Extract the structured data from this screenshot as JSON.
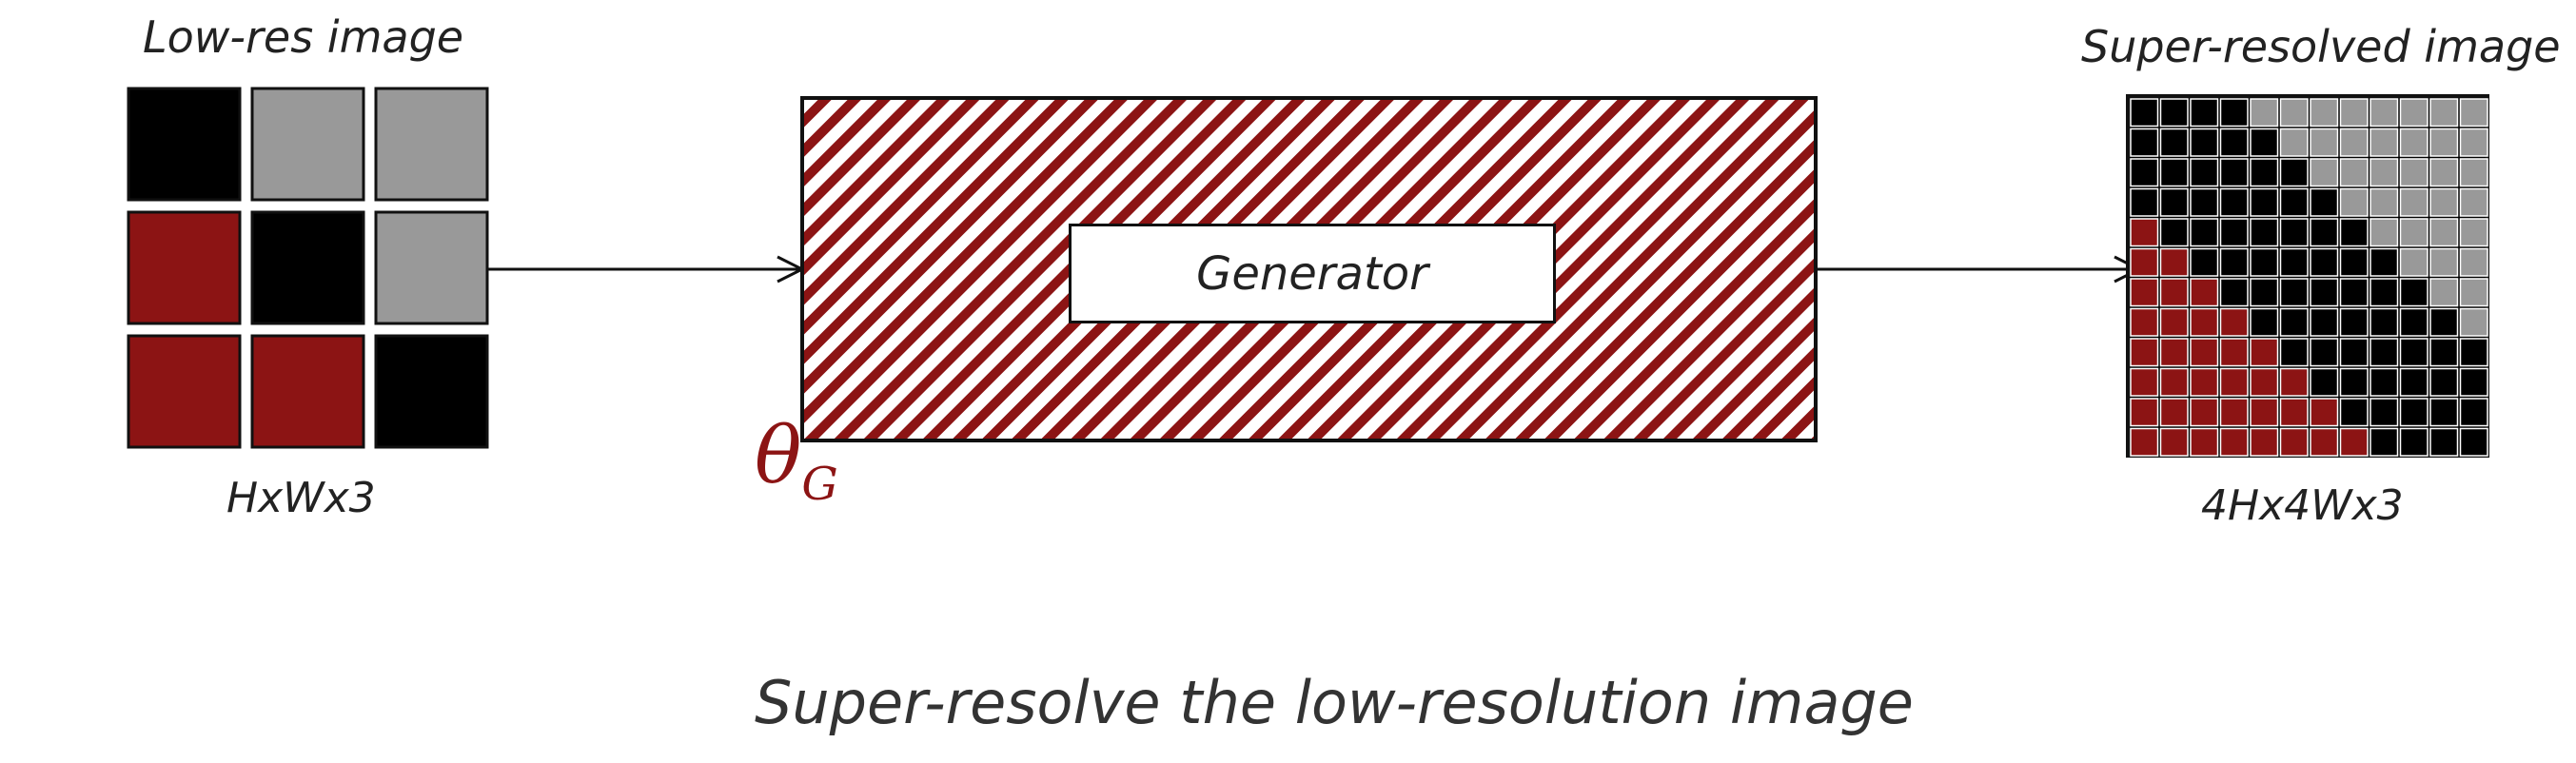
{
  "labels": {
    "lowres_title": "Low-res image",
    "lowres_dims": "HxWx3",
    "sr_title": "Super-resolved image",
    "sr_dims": "4Hx4Wx3",
    "generator": "Generator",
    "theta": "θ",
    "theta_sub": "G",
    "caption": "Super-resolve the low-resolution image"
  },
  "colors": {
    "black": "#000000",
    "gray": "#999999",
    "red": "#8c1414",
    "stripe": "#8c1414"
  },
  "lowres_grid": [
    [
      "black",
      "gray",
      "gray"
    ],
    [
      "red",
      "black",
      "gray"
    ],
    [
      "red",
      "red",
      "black"
    ]
  ],
  "sr_grid": [
    [
      "black",
      "black",
      "black",
      "black",
      "gray",
      "gray",
      "gray",
      "gray",
      "gray",
      "gray",
      "gray",
      "gray"
    ],
    [
      "black",
      "black",
      "black",
      "black",
      "black",
      "gray",
      "gray",
      "gray",
      "gray",
      "gray",
      "gray",
      "gray"
    ],
    [
      "black",
      "black",
      "black",
      "black",
      "black",
      "black",
      "gray",
      "gray",
      "gray",
      "gray",
      "gray",
      "gray"
    ],
    [
      "black",
      "black",
      "black",
      "black",
      "black",
      "black",
      "black",
      "gray",
      "gray",
      "gray",
      "gray",
      "gray"
    ],
    [
      "red",
      "black",
      "black",
      "black",
      "black",
      "black",
      "black",
      "black",
      "gray",
      "gray",
      "gray",
      "gray"
    ],
    [
      "red",
      "red",
      "black",
      "black",
      "black",
      "black",
      "black",
      "black",
      "black",
      "gray",
      "gray",
      "gray"
    ],
    [
      "red",
      "red",
      "red",
      "black",
      "black",
      "black",
      "black",
      "black",
      "black",
      "black",
      "gray",
      "gray"
    ],
    [
      "red",
      "red",
      "red",
      "red",
      "black",
      "black",
      "black",
      "black",
      "black",
      "black",
      "black",
      "gray"
    ],
    [
      "red",
      "red",
      "red",
      "red",
      "red",
      "black",
      "black",
      "black",
      "black",
      "black",
      "black",
      "black"
    ],
    [
      "red",
      "red",
      "red",
      "red",
      "red",
      "red",
      "black",
      "black",
      "black",
      "black",
      "black",
      "black"
    ],
    [
      "red",
      "red",
      "red",
      "red",
      "red",
      "red",
      "red",
      "black",
      "black",
      "black",
      "black",
      "black"
    ],
    [
      "red",
      "red",
      "red",
      "red",
      "red",
      "red",
      "red",
      "red",
      "black",
      "black",
      "black",
      "black"
    ]
  ]
}
